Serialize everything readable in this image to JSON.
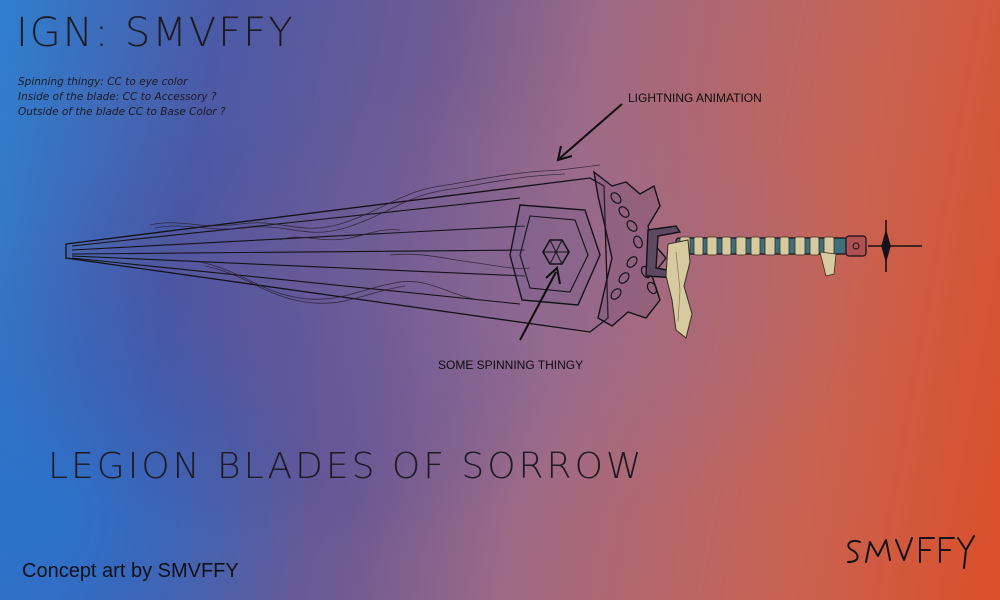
{
  "header": {
    "ign": "IGN: SMVFFY"
  },
  "notes": [
    "Spinning thingy: CC to eye color",
    "Inside of the blade: CC to Accessory ?",
    "Outside of the blade CC to Base Color ?"
  ],
  "callouts": {
    "lightning": "LIGHTNING ANIMATION",
    "spinning": "SOME SPINNING THINGY"
  },
  "title": "LEGION BLADES OF SORROW",
  "credit": "Concept art by SMVFFY",
  "signature": "SMVFFY",
  "colors": {
    "background_left": "#2f7fcf",
    "background_mid": "#9e6a86",
    "background_right": "#db4f2a",
    "ink": "#1e1a22",
    "handle_wrap": "#d8caa0",
    "handle_core": "#3e6f7c",
    "pommel": "#b05050"
  }
}
